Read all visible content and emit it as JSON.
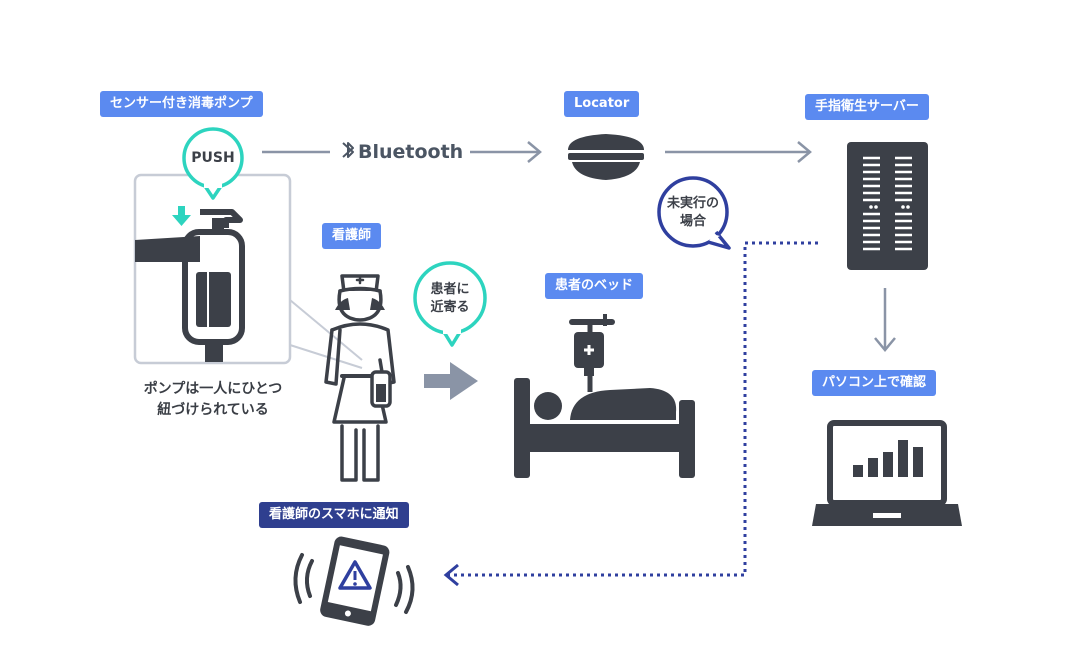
{
  "labels": {
    "pump": "センサー付き消毒ポンプ",
    "locator": "Locator",
    "server": "手指衛生サーバー",
    "nurse": "看護師",
    "bed": "患者のベッド",
    "pc": "パソコン上で確認",
    "notify": "看護師のスマホに通知"
  },
  "bluetooth": "Bluetooth",
  "bubbles": {
    "push": "PUSH",
    "approach_line1": "患者に",
    "approach_line2": "近寄る",
    "not_done_line1": "未実行の",
    "not_done_line2": "場合"
  },
  "caption": {
    "line1": "ポンプは一人にひとつ",
    "line2": "紐づけられている"
  },
  "colors": {
    "label_bg": "#5b8af0",
    "label_dark_bg": "#2f3f8f",
    "teal": "#2dd4bf",
    "icon_dark": "#3c4048",
    "arrow_gray": "#8a94a6",
    "dotted_blue": "#2f3f9f",
    "warning_blue": "#2f3f9f"
  }
}
